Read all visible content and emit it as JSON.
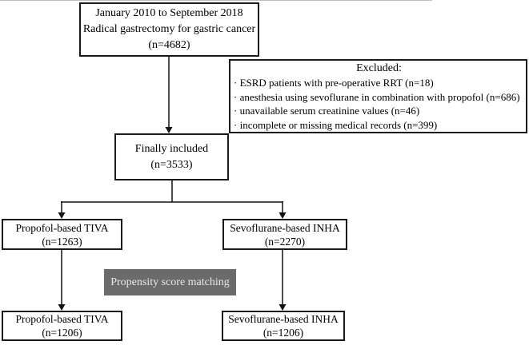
{
  "colors": {
    "background": "#ffffff",
    "box_fill": "#ffffff",
    "box_border": "#1a1a1a",
    "text": "#000000",
    "arrow": "#111111",
    "psm_fill": "#6b6b6b",
    "psm_text": "#e8e8e8"
  },
  "flow": {
    "enrollment": {
      "line1": "January 2010 to September 2018",
      "line2": "Radical gastrectomy for gastric cancer",
      "n": "(n=4682)"
    },
    "excluded": {
      "title": "Excluded:",
      "items": [
        "· ESRD patients with pre-operative RRT (n=18)",
        "· anesthesia using sevoflurane in combination with propofol (n=686)",
        "· unavailable serum creatinine values (n=46)",
        "· incomplete or missing medical records (n=399)"
      ]
    },
    "finally_included": {
      "line1": "Finally included",
      "n": "(n=3533)"
    },
    "tiva_unmatched": {
      "label": "Propofol-based TIVA",
      "n": "(n=1263)"
    },
    "inha_unmatched": {
      "label": "Sevoflurane-based INHA",
      "n": "(n=2270)"
    },
    "psm": {
      "label": "Propensity score matching"
    },
    "tiva_matched": {
      "label": "Propofol-based TIVA",
      "n": "(n=1206)"
    },
    "inha_matched": {
      "label": "Sevoflurane-based INHA",
      "n": "(n=1206)"
    }
  }
}
